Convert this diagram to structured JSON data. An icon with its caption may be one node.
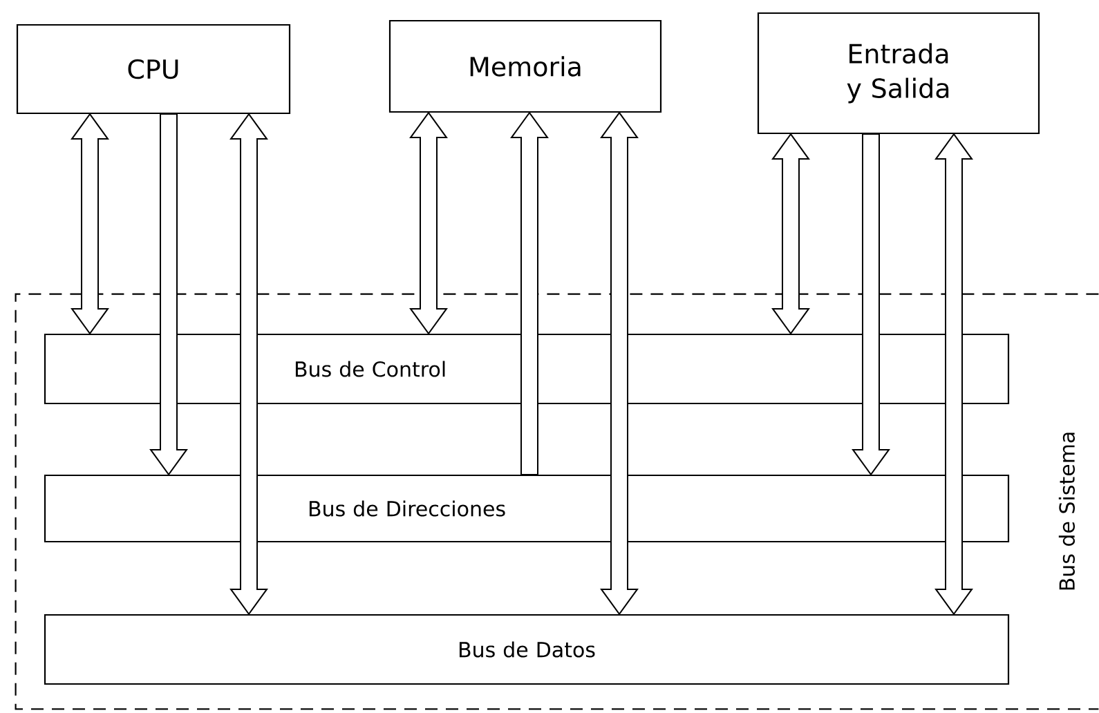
{
  "diagram": {
    "nodes": [
      {
        "text": [
          "CPU"
        ]
      },
      {
        "text": [
          "Memoria"
        ]
      },
      {
        "text": [
          "Entrada y Salida"
        ]
      },
      {
        "text": [
          "Bus de Sistema"
        ]
      },
      {
        "text": [
          "Bus de Control"
        ],
        "in": 3
      },
      {
        "text": [
          "Bus de Direcciones"
        ],
        "in": 3
      },
      {
        "text": [
          "Bus de Datos"
        ],
        "in": 3
      }
    ],
    "edges": [
      {
        "from": 0,
        "to": 4,
        "arrow": "both"
      },
      {
        "from": 0,
        "to": 5,
        "arrow": "to"
      },
      {
        "from": 0,
        "to": 6,
        "arrow": "both"
      },
      {
        "from": 1,
        "to": 4,
        "arrow": "both"
      },
      {
        "from": 5,
        "to": 1,
        "arrow": "to"
      },
      {
        "from": 1,
        "to": 6,
        "arrow": "both"
      },
      {
        "from": 2,
        "to": 4,
        "arrow": "both"
      },
      {
        "from": 2,
        "to": 5,
        "arrow": "to"
      },
      {
        "from": 2,
        "to": 6,
        "arrow": "both"
      }
    ]
  }
}
